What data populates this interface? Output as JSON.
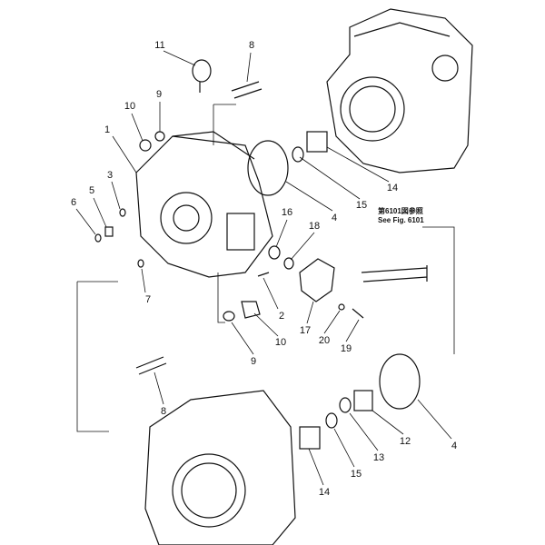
{
  "diagram": {
    "reference_jp": "第6101図参照",
    "reference_en": "See Fig. 6101",
    "callouts": [
      {
        "id": "11"
      },
      {
        "id": "8"
      },
      {
        "id": "10"
      },
      {
        "id": "9"
      },
      {
        "id": "1"
      },
      {
        "id": "3"
      },
      {
        "id": "5"
      },
      {
        "id": "6"
      },
      {
        "id": "7"
      },
      {
        "id": "16"
      },
      {
        "id": "18"
      },
      {
        "id": "4"
      },
      {
        "id": "15"
      },
      {
        "id": "14"
      },
      {
        "id": "2"
      },
      {
        "id": "10"
      },
      {
        "id": "9"
      },
      {
        "id": "17"
      },
      {
        "id": "20"
      },
      {
        "id": "19"
      },
      {
        "id": "8"
      },
      {
        "id": "12"
      },
      {
        "id": "4"
      },
      {
        "id": "13"
      },
      {
        "id": "15"
      },
      {
        "id": "14"
      }
    ]
  }
}
